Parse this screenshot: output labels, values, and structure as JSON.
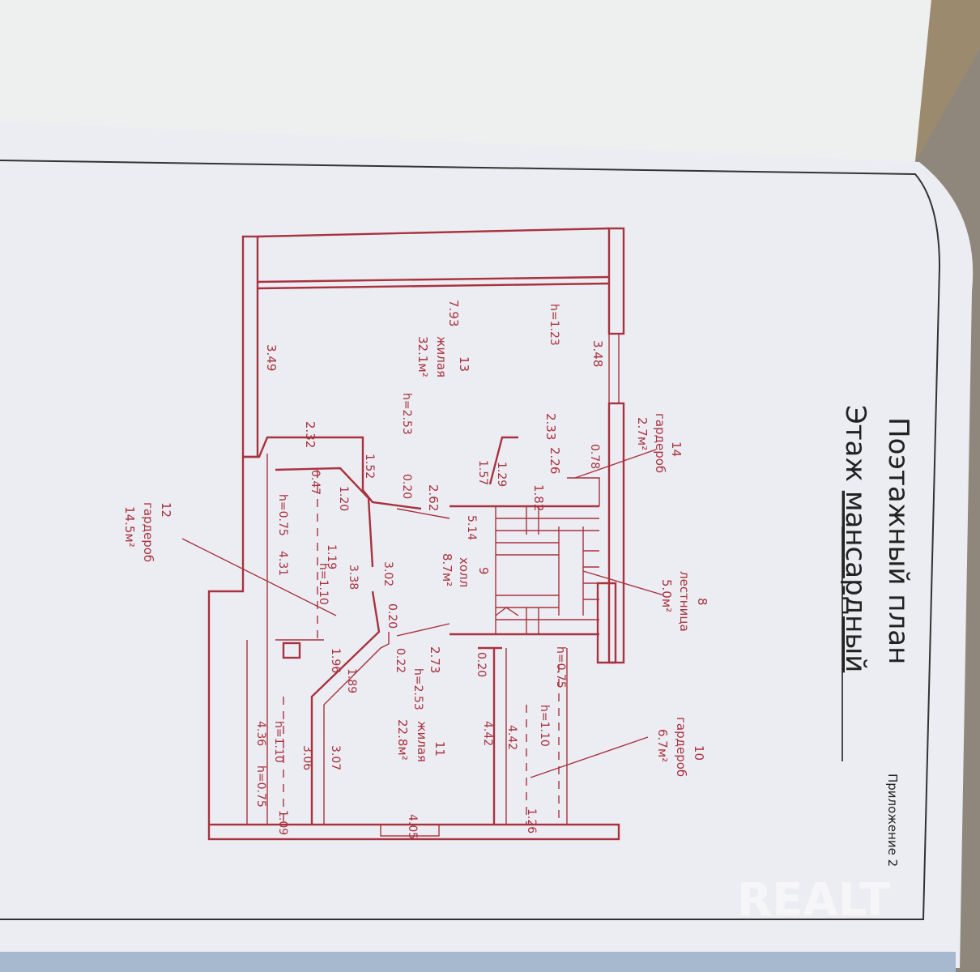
{
  "title": {
    "line1": "Поэтажный план",
    "line2_prefix": "Этаж ",
    "line2_value": "мансардный"
  },
  "appendix": "Приложение 2",
  "watermark": "REALT",
  "rooms": [
    {
      "num": "8",
      "name": "лестница",
      "area": "5.0м²"
    },
    {
      "num": "9",
      "name": "холл",
      "area": "8.7м²"
    },
    {
      "num": "10",
      "name": "гардероб",
      "area": "6.7м²"
    },
    {
      "num": "11",
      "name": "жилая",
      "area": "22.8м²",
      "height": "h=2.53"
    },
    {
      "num": "12",
      "name": "гардероб",
      "area": "14.5м²"
    },
    {
      "num": "13",
      "name": "жилая",
      "area": "32.1м²",
      "height": "h=2.53"
    },
    {
      "num": "14",
      "name": "гардероб",
      "area": "2.7м²"
    }
  ],
  "dims": {
    "d793": "7.93",
    "h123": "h=1.23",
    "d349": "3.49",
    "d348": "3.48",
    "d232": "2.32",
    "d233": "2.33",
    "d226": "2.26",
    "d078": "0.78",
    "d157": "1.57",
    "d129": "1.29",
    "d152": "1.52",
    "d047": "0.47",
    "d120": "1.20",
    "d020a": "0.20",
    "d262": "2.62",
    "d182": "1.82",
    "d514": "5.14",
    "h075a": "h=0.75",
    "d431": "4.31",
    "d119": "1.19",
    "h110a": "h=1.10",
    "d338": "3.38",
    "d302": "3.02",
    "d020b": "0.20",
    "d273": "2.73",
    "d022": "0.22",
    "d020c": "0.20",
    "d196": "1.96",
    "d189": "1.89",
    "h075b": "h=0.75",
    "h110b": "h=1.10",
    "d442a": "4.42",
    "d442b": "4.42",
    "d306": "3.06",
    "d307": "3.07",
    "h110c": "h=1.10",
    "d436": "4.36",
    "h075c": "h=0.75",
    "d109": "1.09",
    "d405": "4.05",
    "d126": "1.26"
  }
}
